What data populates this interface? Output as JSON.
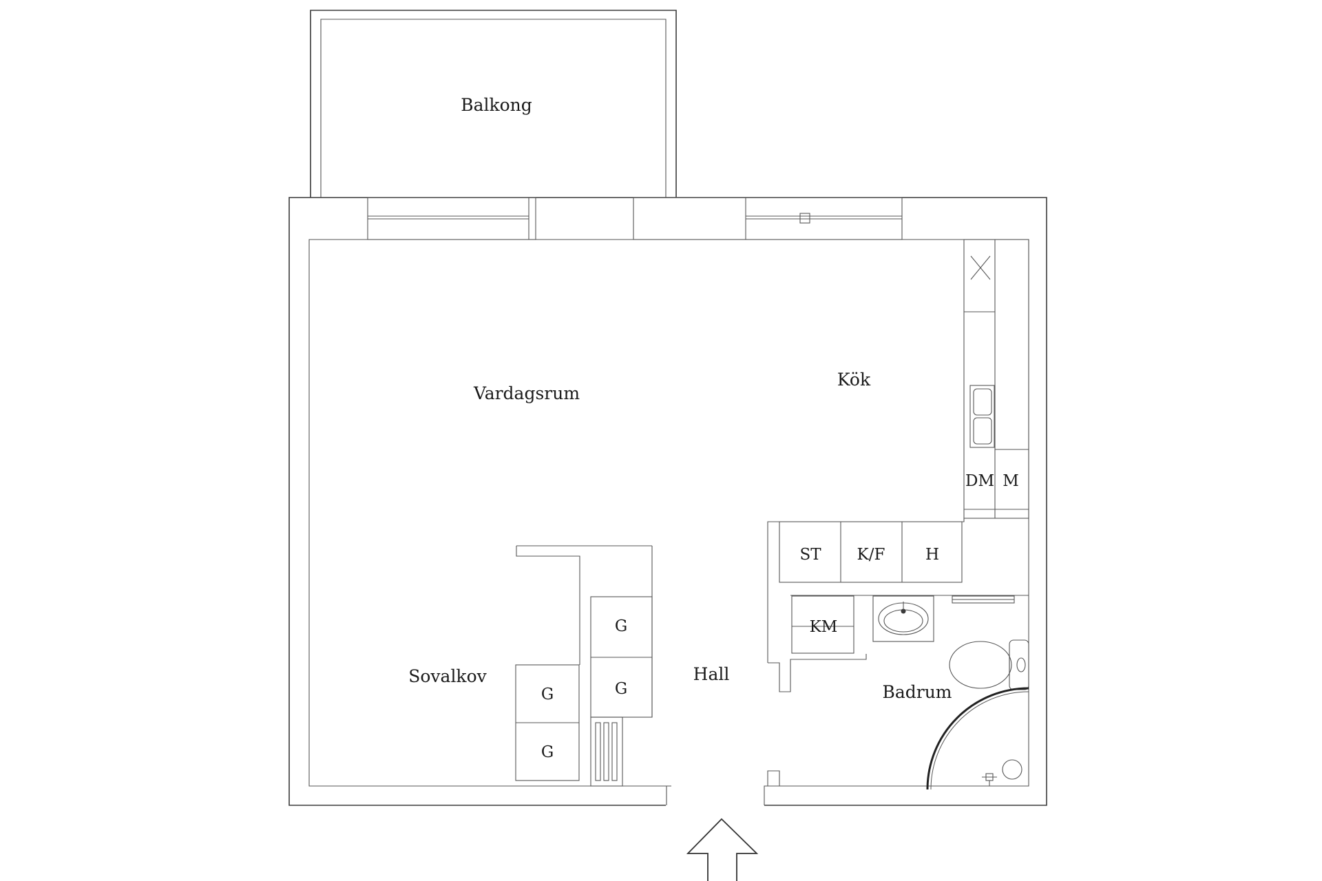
{
  "rooms": {
    "balcony": "Balkong",
    "living": "Vardagsrum",
    "kitchen": "Kök",
    "alcove": "Sovalkov",
    "hall": "Hall",
    "bathroom": "Badrum"
  },
  "fixtures": {
    "dishwasher": "DM",
    "microwave": "M",
    "stove": "ST",
    "fridge_freezer": "K/F",
    "cabinet": "H",
    "washing_machine": "KM",
    "wardrobe": "G"
  },
  "icons": {
    "entrance": "up-arrow-icon",
    "sink": "sink-icon",
    "toilet": "toilet-icon",
    "shower": "shower-icon"
  },
  "colors": {
    "line": "#3a3a3a",
    "background": "#ffffff"
  }
}
